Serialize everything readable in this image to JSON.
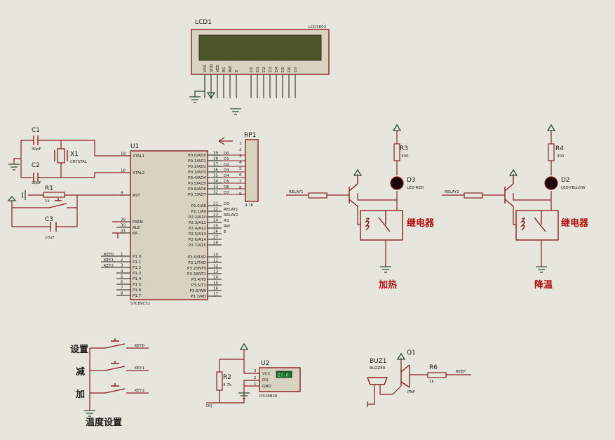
{
  "lcd": {
    "ref": "LCD1",
    "part": "LCD1602",
    "pins": [
      "VSS",
      "VDD",
      "VEE",
      "RS",
      "RW",
      "E",
      "D0",
      "D1",
      "D2",
      "D3",
      "D4",
      "D5",
      "D6",
      "D7"
    ]
  },
  "mcu": {
    "ref": "U1",
    "part": "STC89C52",
    "left_pins": [
      {
        "num": "19",
        "name": "XTAL1"
      },
      {
        "num": "18",
        "name": "XTAL2"
      },
      {
        "num": "9",
        "name": "RST"
      },
      {
        "num": "29",
        "name": "PSEN"
      },
      {
        "num": "30",
        "name": "ALE"
      },
      {
        "num": "31",
        "name": "EA"
      },
      {
        "num": "1",
        "name": "P1.0"
      },
      {
        "num": "2",
        "name": "P1.1"
      },
      {
        "num": "3",
        "name": "P1.2"
      },
      {
        "num": "4",
        "name": "P1.3"
      },
      {
        "num": "5",
        "name": "P1.4"
      },
      {
        "num": "6",
        "name": "P1.5"
      },
      {
        "num": "7",
        "name": "P1.6"
      },
      {
        "num": "8",
        "name": "P1.7"
      }
    ],
    "right_pins": [
      {
        "num": "39",
        "name": "P0.0/AD0"
      },
      {
        "num": "38",
        "name": "P0.1/AD1"
      },
      {
        "num": "37",
        "name": "P0.2/AD2"
      },
      {
        "num": "36",
        "name": "P0.3/AD3"
      },
      {
        "num": "35",
        "name": "P0.4/AD4"
      },
      {
        "num": "34",
        "name": "P0.5/AD5"
      },
      {
        "num": "33",
        "name": "P0.6/AD6"
      },
      {
        "num": "32",
        "name": "P0.7/AD7"
      },
      {
        "num": "21",
        "name": "P2.0/A8"
      },
      {
        "num": "22",
        "name": "P2.1/A9"
      },
      {
        "num": "23",
        "name": "P2.2/A10"
      },
      {
        "num": "24",
        "name": "P2.3/A11"
      },
      {
        "num": "25",
        "name": "P2.4/A12"
      },
      {
        "num": "26",
        "name": "P2.5/A13"
      },
      {
        "num": "27",
        "name": "P2.6/A14"
      },
      {
        "num": "28",
        "name": "P2.7/A15"
      },
      {
        "num": "10",
        "name": "P3.0/RXD"
      },
      {
        "num": "11",
        "name": "P3.1/TXD"
      },
      {
        "num": "12",
        "name": "P3.2/INT0"
      },
      {
        "num": "13",
        "name": "P3.3/INT1"
      },
      {
        "num": "14",
        "name": "P3.4/T0"
      },
      {
        "num": "15",
        "name": "P3.5/T1"
      },
      {
        "num": "16",
        "name": "P3.6/WR"
      },
      {
        "num": "17",
        "name": "P3.7/RD"
      }
    ],
    "p0_net": [
      "D0",
      "D1",
      "D2",
      "D3",
      "D4",
      "D5",
      "D6",
      "D7"
    ],
    "p2_net": [
      "DQ",
      "RELAY1",
      "RELAY2",
      "RS",
      "RW",
      "E"
    ],
    "p1_net": [
      "KEY0",
      "KEY1",
      "KEY2"
    ]
  },
  "crystal": {
    "c1": "C1",
    "c1_val": "30pF",
    "c2": "C2",
    "c2_val": "30pF",
    "x1": "X1",
    "x1_val": "CRYSTAL"
  },
  "reset": {
    "r1": "R1",
    "r1_val": "1k",
    "c3": "C3",
    "c3_val": "10uF"
  },
  "rp1": {
    "ref": "RP1",
    "val": "4.7K",
    "pins": [
      "1",
      "2",
      "3",
      "4",
      "5",
      "6",
      "7",
      "8",
      "9"
    ]
  },
  "relay1": {
    "net": "RELAY1",
    "r": "R3",
    "r_val": "300",
    "led": "D3",
    "led_val": "LED-RED",
    "relay_label": "继电器",
    "func": "加热"
  },
  "relay2": {
    "net": "RELAY2",
    "r": "R4",
    "r_val": "300",
    "led": "D2",
    "led_val": "LED-YELLOW",
    "relay_label": "继电器",
    "func": "降温"
  },
  "keys": [
    {
      "label": "设置",
      "net": "KEY0"
    },
    {
      "label": "减",
      "net": "KEY1"
    },
    {
      "label": "加",
      "net": "KEY2"
    }
  ],
  "keys_title": "温度设置",
  "sensor": {
    "r": "R2",
    "r_val": "4.7k",
    "u": "U2",
    "part": "DS18B20",
    "pins": [
      "VCC",
      "DQ",
      "GND"
    ],
    "pin_nums": [
      "3",
      "2",
      "1"
    ],
    "display": "27.0",
    "net": "DQ"
  },
  "buzzer": {
    "ref": "BUZ1",
    "part": "BUZZER",
    "q": "Q1",
    "q_type": "PNP",
    "r": "R6",
    "r_val": "1k",
    "net": "BEEP"
  }
}
